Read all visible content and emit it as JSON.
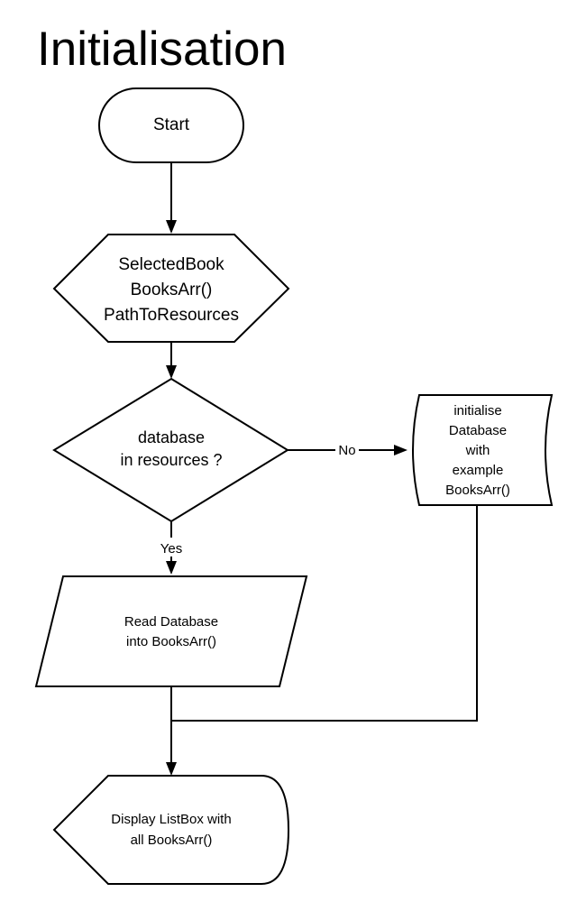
{
  "title": "Initialisation",
  "nodes": {
    "start": {
      "lines": [
        "Start"
      ]
    },
    "variables": {
      "lines": [
        "SelectedBook",
        "BooksArr()",
        "PathToResources"
      ]
    },
    "decision": {
      "lines": [
        "database",
        "in resources ?"
      ]
    },
    "init_db": {
      "lines": [
        "initialise",
        "Database",
        "with",
        "example",
        "BooksArr()"
      ]
    },
    "read_db": {
      "lines": [
        "Read Database",
        "into BooksArr()"
      ]
    },
    "display": {
      "lines": [
        "Display ListBox with",
        "all BooksArr()"
      ]
    }
  },
  "edges": {
    "no_label": "No",
    "yes_label": "Yes"
  }
}
